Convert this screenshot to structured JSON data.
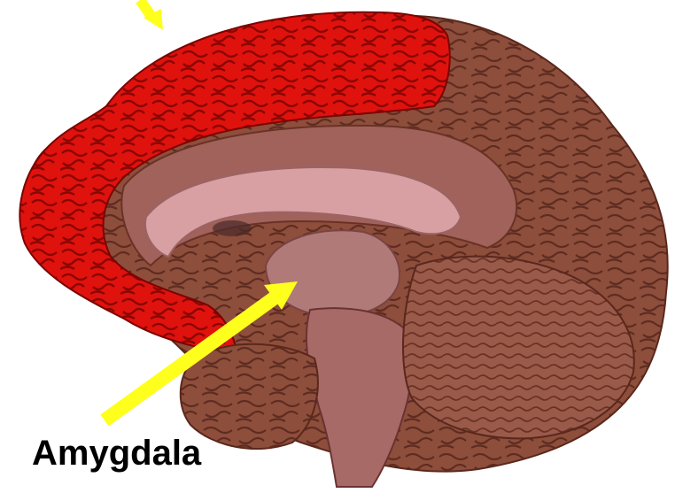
{
  "labels": {
    "amygdala": "Amygdala"
  },
  "colors": {
    "background": "#ffffff",
    "highlight_region": "#e0120d",
    "brain_tissue": "#8a4a3a",
    "inner_tissue": "#b07a78",
    "corpus_callosum": "#d9a0a4",
    "arrow": "#ffff1e",
    "label_text": "#000000"
  },
  "regions": {
    "highlighted": "prefrontal-cortex",
    "pointed": "amygdala"
  }
}
